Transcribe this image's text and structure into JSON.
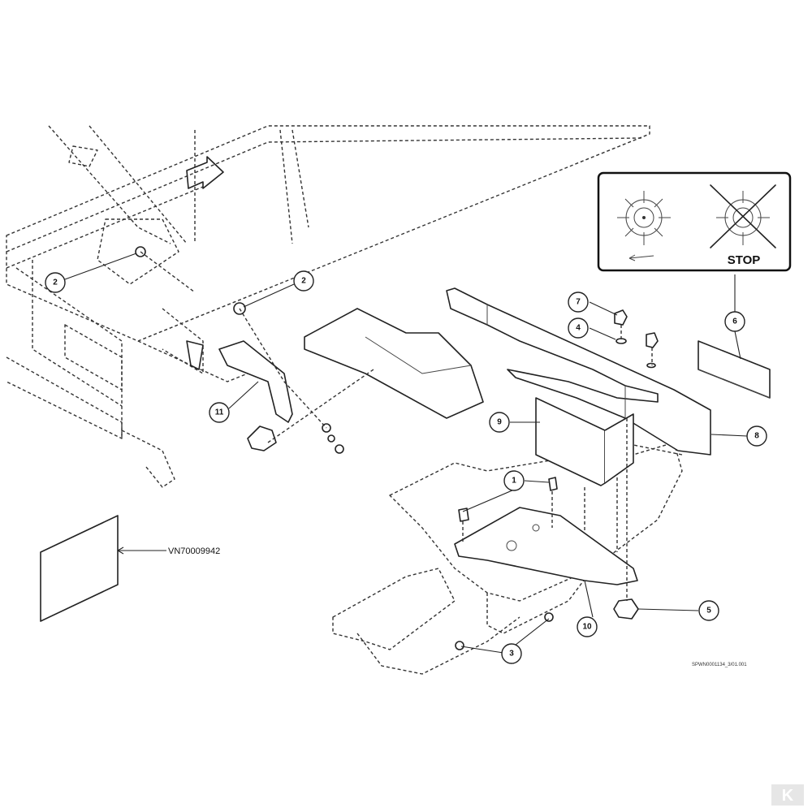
{
  "callouts": [
    "1",
    "2",
    "3",
    "4",
    "5",
    "6",
    "7",
    "8",
    "9",
    "10",
    "11"
  ],
  "part_number_label": "VN70009942",
  "decal_text": "STOP",
  "drawing_code": "SPWN0001134_3/01.001",
  "corner_logo": "K"
}
